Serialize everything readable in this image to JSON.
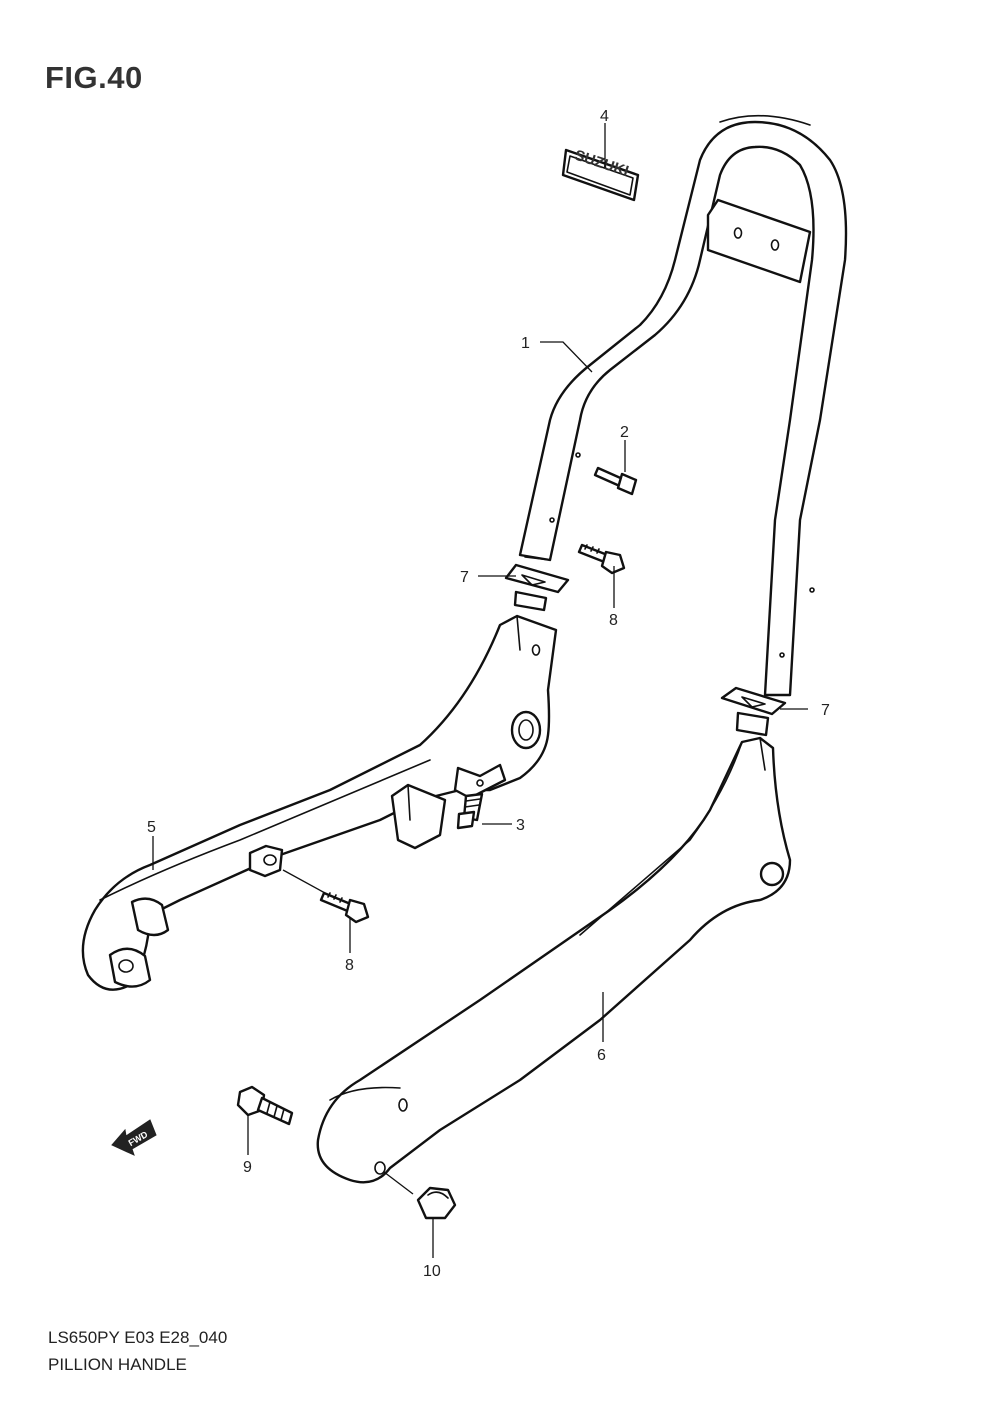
{
  "figure": {
    "title": "FIG.40",
    "model_code": "LS650PY E03 E28_040",
    "name": "PILLION HANDLE"
  },
  "emblem_text": "SUZUKI",
  "fwd_arrow_text": "FWD",
  "callouts": {
    "c1": "1",
    "c2": "2",
    "c3": "3",
    "c4": "4",
    "c5": "5",
    "c6": "6",
    "c7a": "7",
    "c7b": "7",
    "c8a": "8",
    "c8b": "8",
    "c9": "9",
    "c10": "10"
  }
}
